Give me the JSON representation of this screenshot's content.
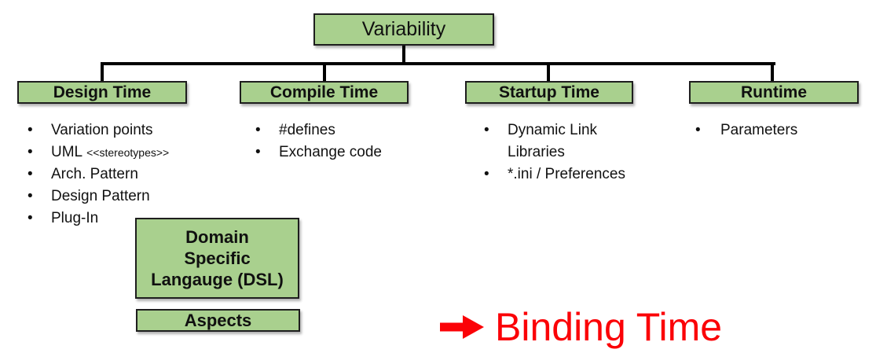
{
  "diagram": {
    "root_box": {
      "label": "Variability"
    },
    "branches": [
      {
        "header": "Design Time",
        "items": [
          {
            "text": "Variation points"
          },
          {
            "text": "UML",
            "suffix_small": "<<stereotypes>>"
          },
          {
            "text": "Arch. Pattern"
          },
          {
            "text": "Design Pattern"
          },
          {
            "text": "Plug-In"
          }
        ]
      },
      {
        "header": "Compile Time",
        "items": [
          {
            "text": "#defines"
          },
          {
            "text": "Exchange code"
          }
        ]
      },
      {
        "header": "Startup Time",
        "items": [
          {
            "text": "Dynamic Link Libraries"
          },
          {
            "text": "*.ini / Preferences"
          }
        ]
      },
      {
        "header": "Runtime",
        "items": [
          {
            "text": "Parameters"
          }
        ]
      }
    ],
    "dsl_box": {
      "line1": "Domain",
      "line2": "Specific",
      "line3": "Langauge (DSL)"
    },
    "aspects_box": {
      "label": "Aspects"
    },
    "caption": {
      "label": "Binding Time",
      "icon": "right-arrow"
    },
    "colors": {
      "box_fill": "#a9d08e",
      "box_border": "#1e1e1e",
      "connector": "#000000",
      "caption_red": "#fb0207"
    }
  }
}
